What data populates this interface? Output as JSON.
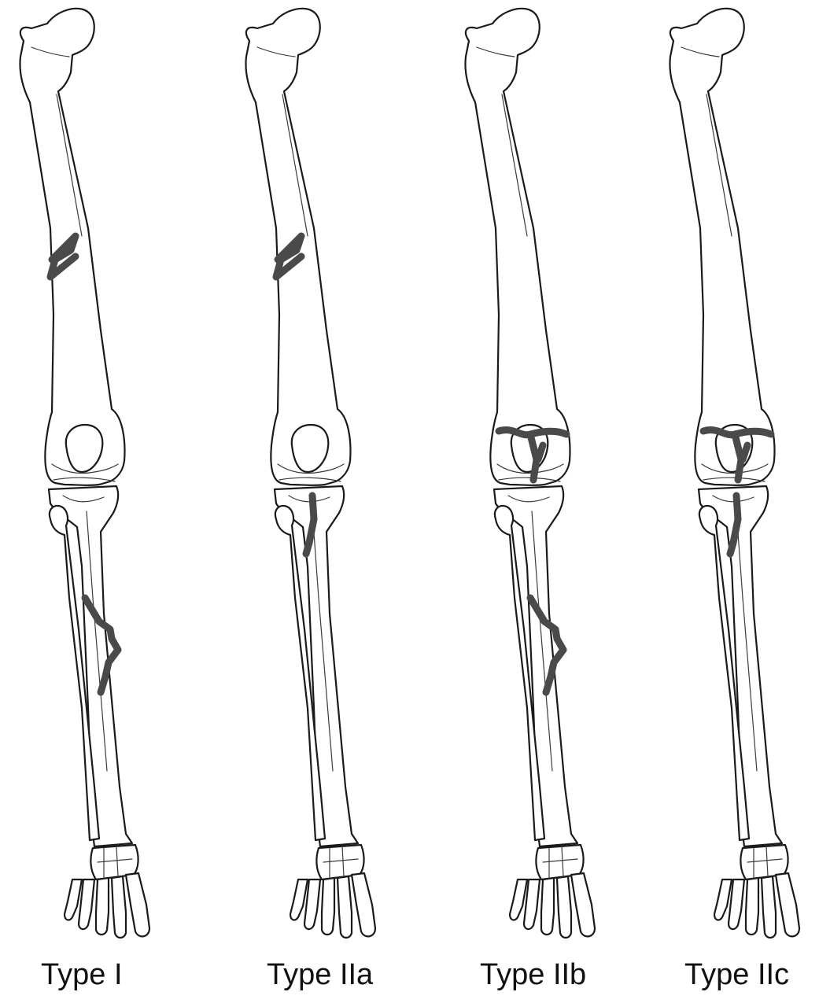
{
  "figure": {
    "panels": [
      {
        "id": "type-1",
        "label": "Type I",
        "fractures": [
          "femur-shaft",
          "tibia-shaft"
        ]
      },
      {
        "id": "type-2a",
        "label": "Type IIa",
        "fractures": [
          "femur-shaft",
          "tibial-plateau"
        ]
      },
      {
        "id": "type-2b",
        "label": "Type IIb",
        "fractures": [
          "distal-femur-intra-articular",
          "tibia-shaft"
        ]
      },
      {
        "id": "type-2c",
        "label": "Type IIc",
        "fractures": [
          "distal-femur-intra-articular",
          "tibial-plateau"
        ]
      }
    ],
    "colors": {
      "bone_outline": "#1a1a1a",
      "fracture": "#4a4a4a",
      "background": "#ffffff"
    }
  }
}
